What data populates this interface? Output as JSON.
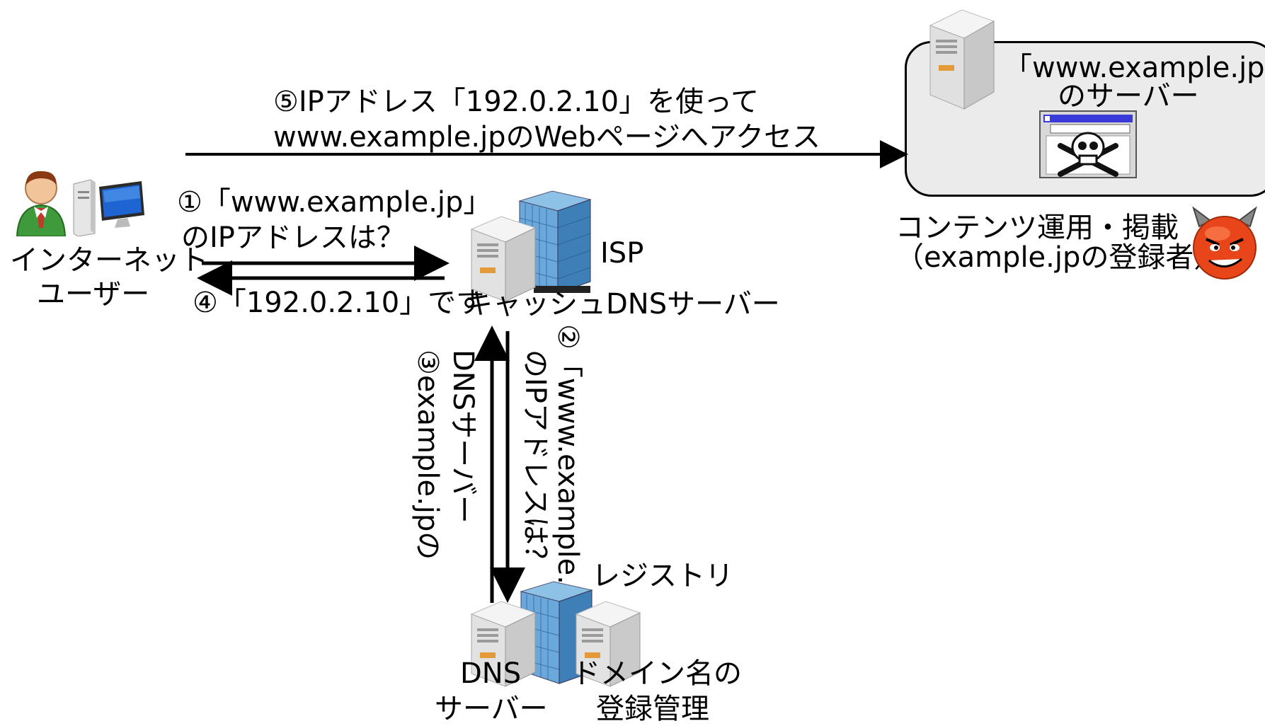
{
  "labels": {
    "step5_line1": "⑤IPアドレス「192.0.2.10」を使って",
    "step5_line2": "www.example.jpのWebページへアクセス",
    "server_line1": "「www.example.jp」",
    "server_line2": "のサーバー",
    "owner_line1": "コンテンツ運用・掲載",
    "owner_line2": "（example.jpの登録者）",
    "user_line1": "インターネット",
    "user_line2": "ユーザー",
    "step1_line1": "①「www.example.jp」",
    "step1_line2": "のIPアドレスは？",
    "step4": "④「192.0.2.10」です",
    "isp": "ISP",
    "cache_dns": "キャッシュDNSサーバー",
    "step2_line1": "②「www.example.jp」",
    "step2_line2": "のIPアドレスは？",
    "step3_line1": "③example.jpの",
    "step3_line2": "DNSサーバー",
    "registry": "レジストリ",
    "dns_server_line1": "DNS",
    "dns_server_line2": "サーバー",
    "domain_mgmt_line1": "ドメイン名の",
    "domain_mgmt_line2": "登録管理"
  },
  "icons": {
    "user": "user-person-icon",
    "computer": "computer-icon",
    "cache_server": "server-tower-icon",
    "isp_building": "office-building-icon",
    "web_server": "server-tower-icon",
    "malicious_page": "skull-webpage-icon",
    "attacker": "devil-face-icon",
    "registry_building": "office-building-icon",
    "dns_server": "server-tower-icon",
    "registry_server": "server-tower-icon"
  },
  "colors": {
    "box_fill": "#ebebeb",
    "arrow": "#000000",
    "devil": "#e8461a",
    "screen_blue": "#1e64d2"
  }
}
